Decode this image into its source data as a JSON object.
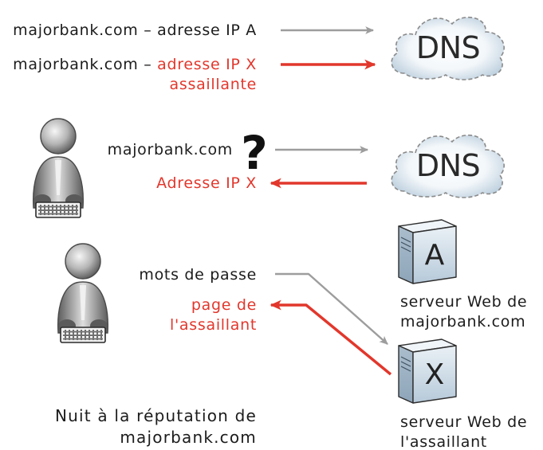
{
  "dns_update": {
    "legit_mapping": "majorbank.com – adresse IP A",
    "spoofed_mapping_prefix": "majorbank.com – ",
    "spoofed_mapping_value": "adresse IP X",
    "spoofed_mapping_suffix": "assaillante",
    "dns_label": "DNS"
  },
  "dns_query": {
    "query": "majorbank.com",
    "question_mark": "?",
    "reply": "Adresse IP X",
    "dns_label": "DNS"
  },
  "web_session": {
    "sent": "mots de passe",
    "received_line1": "page de",
    "received_line2": "l'assaillant"
  },
  "servers": [
    {
      "letter": "A",
      "caption_line1": "serveur Web de",
      "caption_line2": "majorbank.com"
    },
    {
      "letter": "X",
      "caption_line1": "serveur Web de",
      "caption_line2": "l'assaillant"
    }
  ],
  "consequence": {
    "line1": "Nuit à la réputation de",
    "line2": "majorbank.com"
  },
  "icons": {
    "dns": "cloud-icon",
    "user": "user-at-computer-icon",
    "server": "server-icon"
  },
  "colors": {
    "attack_red": "#e2372c",
    "legit_gray": "#9d9d9d",
    "text": "#1c1c1c"
  }
}
